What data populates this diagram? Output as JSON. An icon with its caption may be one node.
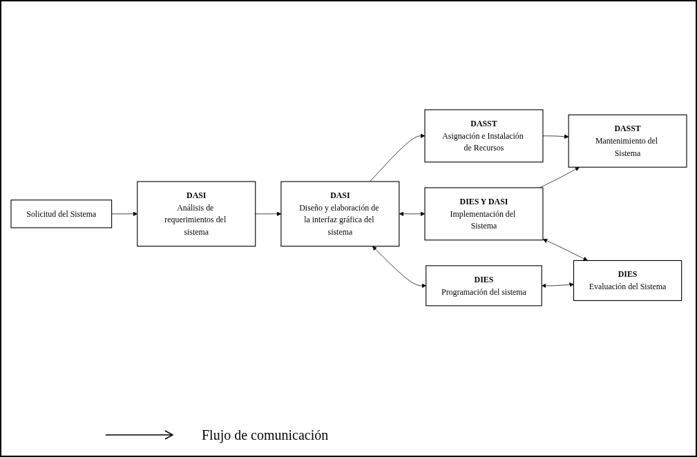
{
  "diagram": {
    "nodes": [
      {
        "text": [
          "Solicitud del Sistema"
        ]
      },
      {
        "text": [
          "DASI",
          "Análisis de requerimientos del sistema"
        ]
      },
      {
        "text": [
          "DASI",
          "Diseño y elaboración de la interfaz gráfica del sistema"
        ]
      },
      {
        "text": [
          "DASST",
          "Asignación e Instalación de Recursos"
        ]
      },
      {
        "text": [
          "DIES Y DASI",
          "Implementación del Sistema"
        ]
      },
      {
        "text": [
          "DASST",
          "Mantenimiento del Sistema"
        ]
      },
      {
        "text": [
          "DIES",
          "Programación del sistema"
        ]
      },
      {
        "text": [
          "DIES",
          "Evaluación del Sistema"
        ]
      }
    ],
    "edges": [
      {
        "from": 0,
        "to": 1,
        "arrow": "to"
      },
      {
        "from": 1,
        "to": 2,
        "arrow": "to"
      },
      {
        "from": 2,
        "to": 3,
        "arrow": "to"
      },
      {
        "from": 3,
        "to": 5,
        "arrow": "to"
      },
      {
        "from": 2,
        "to": 4,
        "arrow": "both"
      },
      {
        "from": 4,
        "to": 5,
        "arrow": "to"
      },
      {
        "from": 4,
        "to": 7,
        "arrow": "both"
      },
      {
        "from": 2,
        "to": 6,
        "arrow": "both"
      },
      {
        "from": 6,
        "to": 7,
        "arrow": "both"
      }
    ],
    "legend": [
      {
        "text": "Flujo de comunicación"
      }
    ]
  }
}
